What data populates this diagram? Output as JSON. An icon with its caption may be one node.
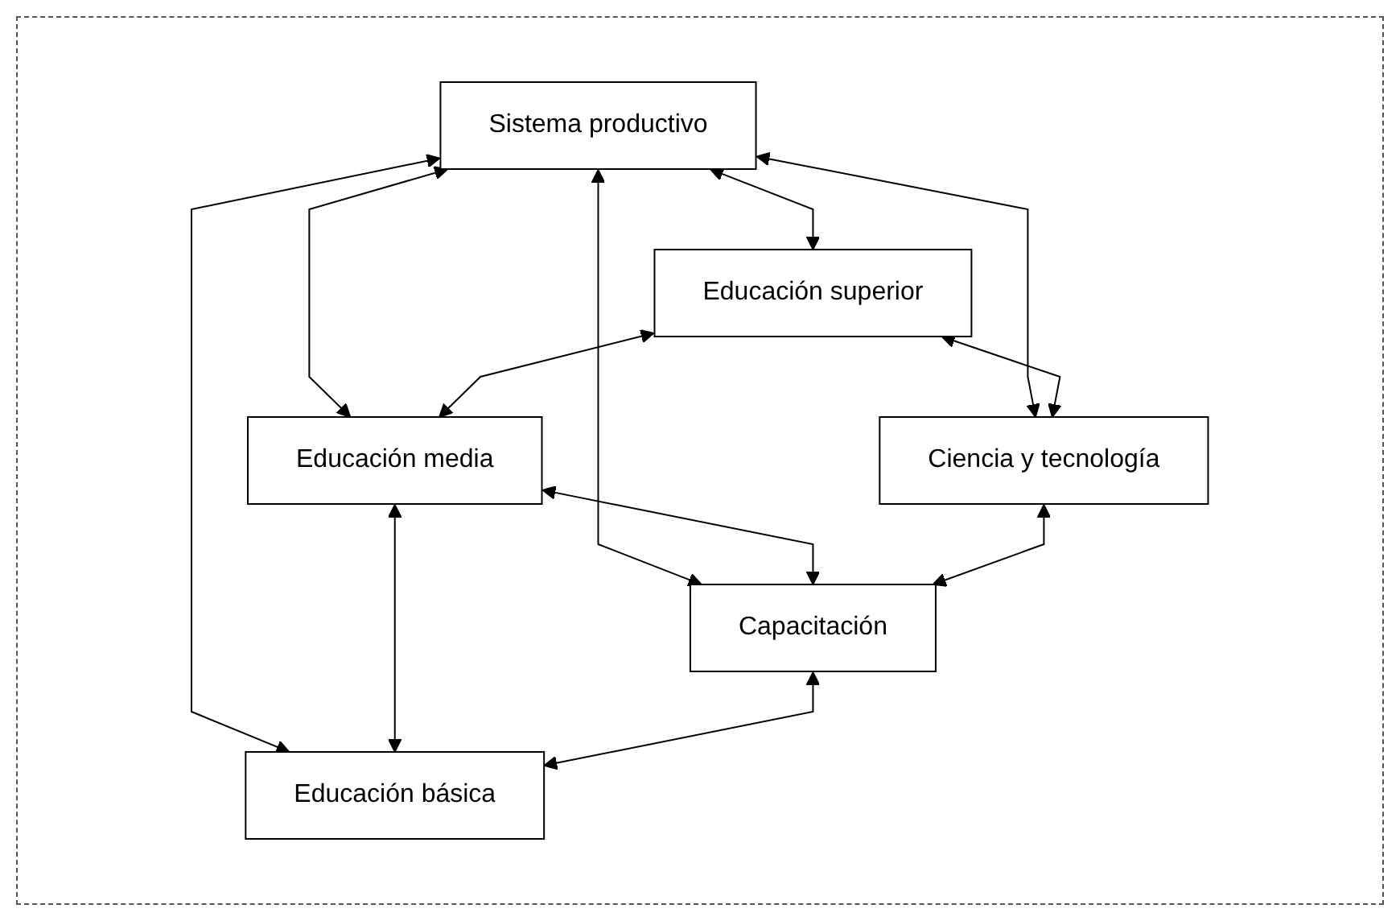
{
  "diagram": {
    "nodes": [
      {
        "text": [
          "Sistema productivo"
        ]
      },
      {
        "text": [
          "Educación superior"
        ]
      },
      {
        "text": [
          "Ciencia y tecnología"
        ]
      },
      {
        "text": [
          "Educación media"
        ]
      },
      {
        "text": [
          "Capacitación"
        ]
      },
      {
        "text": [
          "Educación básica"
        ]
      }
    ],
    "edges": [
      {
        "from": 0,
        "to": 1,
        "arrow": "both"
      },
      {
        "from": 0,
        "to": 3,
        "arrow": "both"
      },
      {
        "from": 0,
        "to": 5,
        "arrow": "both"
      },
      {
        "from": 0,
        "to": 4,
        "arrow": "both"
      },
      {
        "from": 0,
        "to": 2,
        "arrow": "both"
      },
      {
        "from": 1,
        "to": 2,
        "arrow": "both"
      },
      {
        "from": 1,
        "to": 3,
        "arrow": "both"
      },
      {
        "from": 3,
        "to": 4,
        "arrow": "both"
      },
      {
        "from": 2,
        "to": 4,
        "arrow": "both"
      },
      {
        "from": 3,
        "to": 5,
        "arrow": "both"
      },
      {
        "from": 4,
        "to": 5,
        "arrow": "both"
      }
    ]
  }
}
